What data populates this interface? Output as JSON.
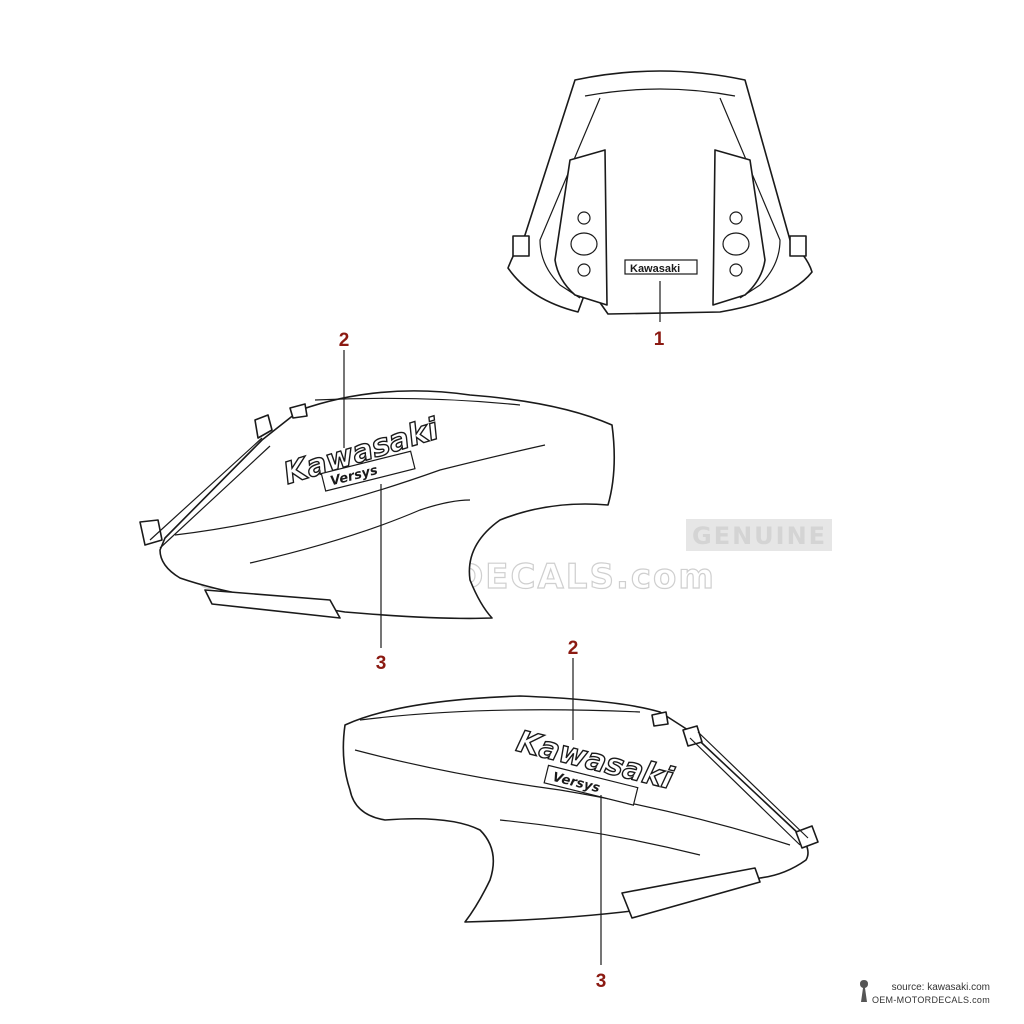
{
  "callouts": [
    {
      "id": "windshield-callout",
      "label": "1"
    },
    {
      "id": "cowl-upper-callout-2",
      "label": "2"
    },
    {
      "id": "cowl-upper-callout-3",
      "label": "3"
    },
    {
      "id": "cowl-lower-callout-2",
      "label": "2"
    },
    {
      "id": "cowl-lower-callout-3",
      "label": "3"
    }
  ],
  "decals": {
    "windshield_logo": "Kawasaki",
    "cowl_logo": "Kawasaki",
    "model_logo": "Versys"
  },
  "watermark": {
    "genuine": "GENUINE",
    "site": "OEM-MOTORDECALS.com"
  },
  "footer": {
    "source": "source: kawasaki.com",
    "site": "OEM-MOTORDECALS.com"
  },
  "colors": {
    "callout": "#8b1a12",
    "line": "#1a1a1a",
    "watermark": "#cfcfcf"
  }
}
